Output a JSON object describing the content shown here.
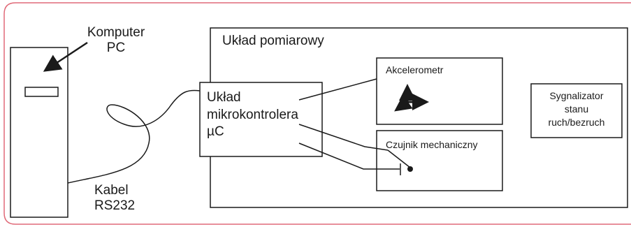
{
  "pc": {
    "label_line1": "Komputer",
    "label_line2": "PC"
  },
  "cable": {
    "label_line1": "Kabel",
    "label_line2": "RS232"
  },
  "measurement_system": {
    "title": "Układ pomiarowy"
  },
  "microcontroller": {
    "line1": "Układ",
    "line2": "mikrokontrolera",
    "line3": "µC"
  },
  "accelerometer": {
    "label": "Akcelerometr"
  },
  "mechanical_sensor": {
    "label": "Czujnik mechaniczny"
  },
  "signaller": {
    "line1": "Sygnalizator",
    "line2": "stanu",
    "line3": "ruch/bezruch"
  },
  "colors": {
    "frame": "#e06a78",
    "line": "#1a1a1a"
  }
}
